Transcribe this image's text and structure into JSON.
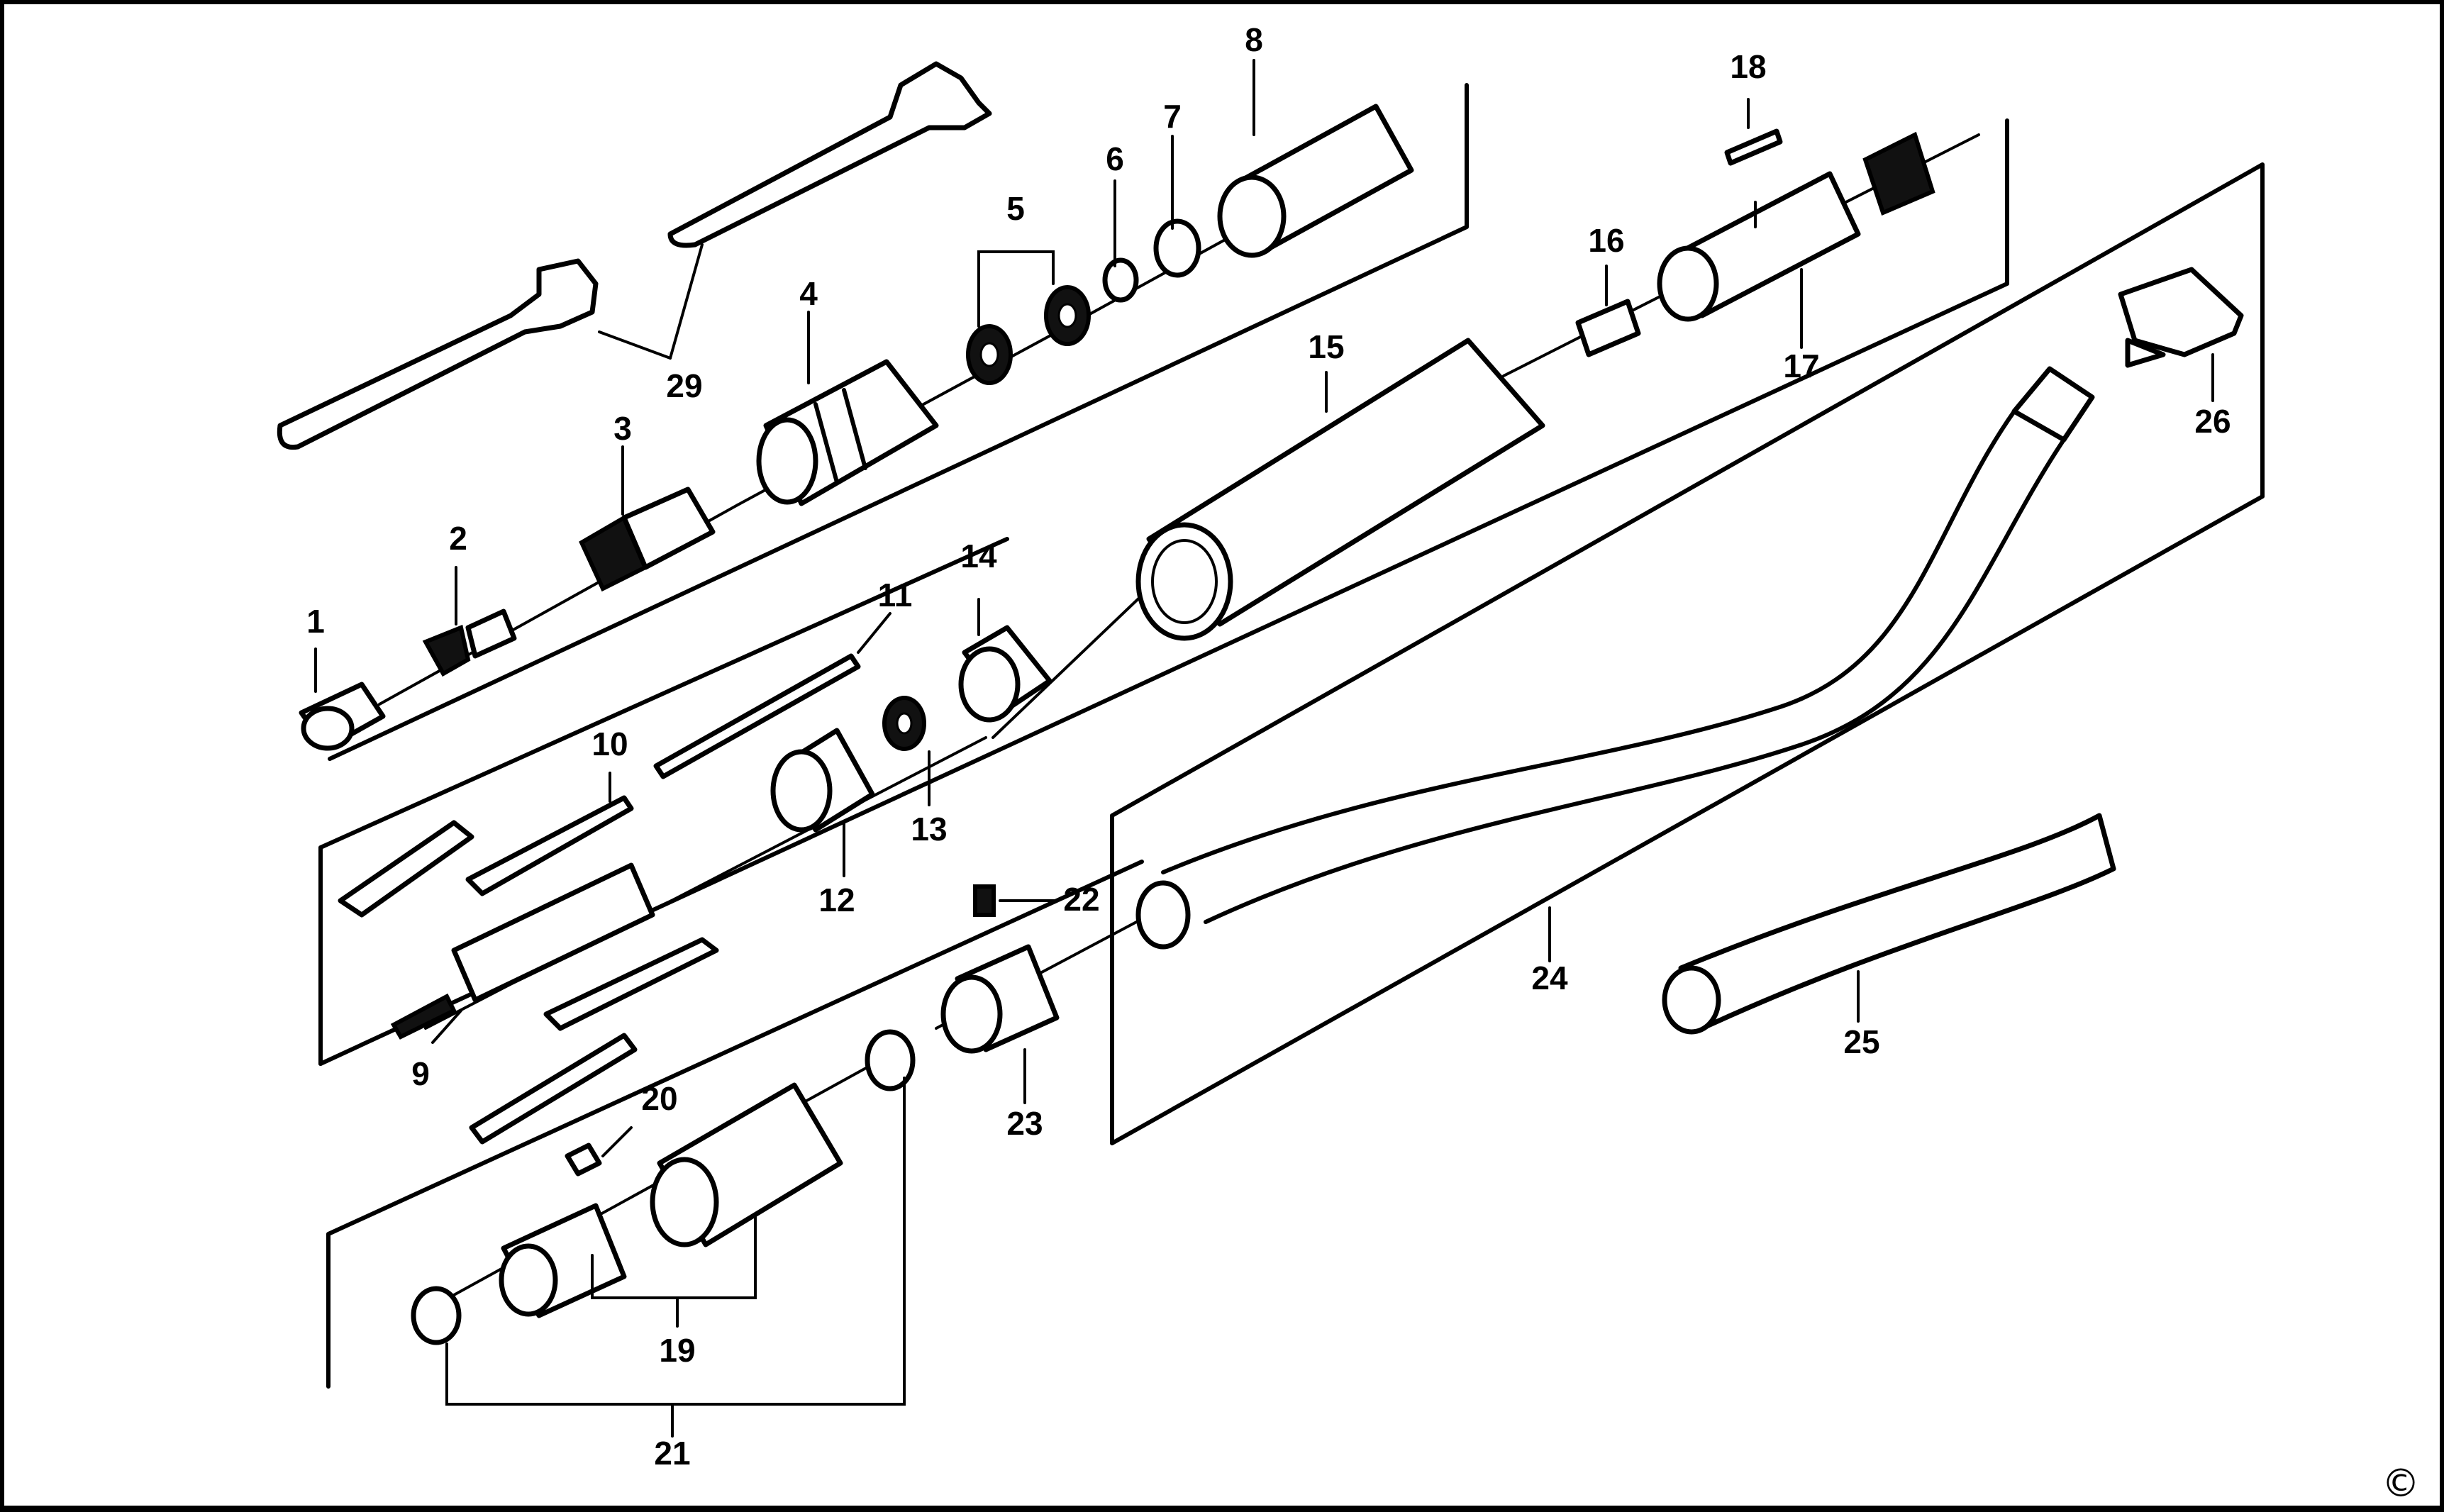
{
  "labels": [
    "1",
    "2",
    "3",
    "4",
    "5",
    "6",
    "7",
    "8",
    "9",
    "10",
    "11",
    "12",
    "13",
    "14",
    "15",
    "16",
    "17",
    "18",
    "19",
    "20",
    "21",
    "22",
    "23",
    "24",
    "25",
    "26",
    "29"
  ],
  "copyright": "©"
}
